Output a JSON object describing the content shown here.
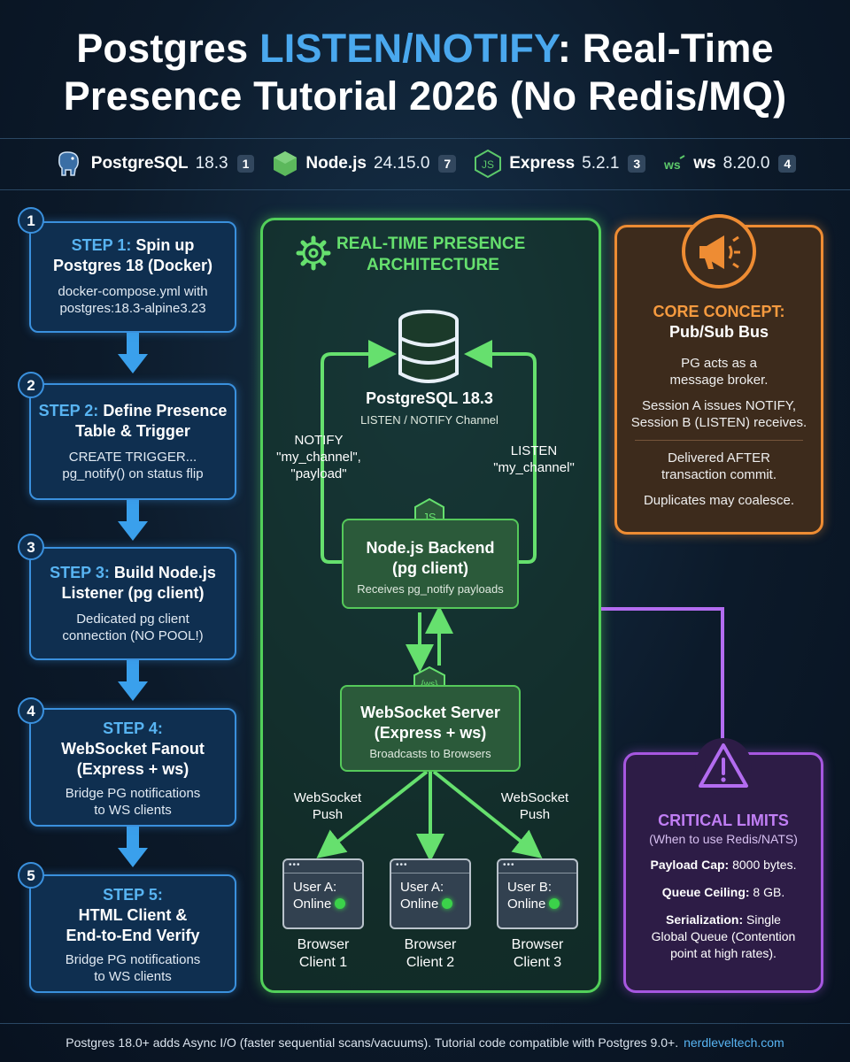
{
  "title": {
    "prefix": "Postgres ",
    "highlight": "LISTEN/NOTIFY",
    "rest1": ": Real-Time",
    "line2": "Presence Tutorial 2026 (No Redis/MQ)"
  },
  "stack": [
    {
      "name": "PostgreSQL",
      "version": "18.3",
      "ref": "1",
      "icon": "elephant-icon"
    },
    {
      "name": "Node.js",
      "version": "24.15.0",
      "ref": "7",
      "icon": "nodejs-hexagon-icon"
    },
    {
      "name": "Express",
      "version": "5.2.1",
      "ref": "3",
      "icon": "js-hexagon-icon"
    },
    {
      "name": "ws",
      "version": "8.20.0",
      "ref": "4",
      "icon": "ws-icon"
    }
  ],
  "steps": [
    {
      "num": "1",
      "label": "STEP 1:",
      "title_a": "Spin up",
      "title_b": "Postgres 18 (Docker)",
      "desc_a": "docker-compose.yml with",
      "desc_b": "postgres:18.3-alpine3.23"
    },
    {
      "num": "2",
      "label": "STEP 2:",
      "title_a": "Define Presence",
      "title_b": "Table & Trigger",
      "desc_a": "CREATE TRIGGER...",
      "desc_b": "pg_notify() on status flip"
    },
    {
      "num": "3",
      "label": "STEP 3:",
      "title_a": "Build Node.js",
      "title_b": "Listener (pg client)",
      "desc_a": "Dedicated pg client",
      "desc_b": "connection (NO POOL!)"
    },
    {
      "num": "4",
      "label": "STEP 4:",
      "title_a": "",
      "title_b": "WebSocket Fanout",
      "title_c": "(Express + ws)",
      "desc_a": "Bridge PG notifications",
      "desc_b": "to WS clients"
    },
    {
      "num": "5",
      "label": "STEP 5:",
      "title_a": "",
      "title_b": "HTML Client &",
      "title_c": "End-to-End Verify",
      "desc_a": "Bridge PG notifications",
      "desc_b": "to WS clients"
    }
  ],
  "architecture": {
    "title_a": "REAL-TIME PRESENCE",
    "title_b": "ARCHITECTURE",
    "db": {
      "name": "PostgreSQL 18.3",
      "sub": "LISTEN / NOTIFY Channel"
    },
    "notify_label": [
      "NOTIFY",
      "\"my_channel\",",
      "\"payload\""
    ],
    "listen_label": [
      "LISTEN",
      "\"my_channel\""
    ],
    "backend": {
      "icon_text": "JS",
      "name_a": "Node.js Backend",
      "name_b": "(pg client)",
      "sub": "Receives pg_notify payloads"
    },
    "ws_server": {
      "icon_text": "{ws}",
      "name_a": "WebSocket Server",
      "name_b": "(Express + ws)",
      "sub": "Broadcasts to Browsers"
    },
    "push_left": [
      "WebSocket",
      "Push"
    ],
    "push_right": [
      "WebSocket",
      "Push"
    ],
    "browsers": [
      {
        "user": "User A:",
        "status": "Online",
        "cap_a": "Browser",
        "cap_b": "Client 1"
      },
      {
        "user": "User A:",
        "status": "Online",
        "cap_a": "Browser",
        "cap_b": "Client 2"
      },
      {
        "user": "User B:",
        "status": "Online",
        "cap_a": "Browser",
        "cap_b": "Client 3"
      }
    ],
    "browser_dots": "•••"
  },
  "core": {
    "h1": "CORE CONCEPT:",
    "h2": "Pub/Sub Bus",
    "p1a": "PG acts as a",
    "p1b": "message broker.",
    "p2a": "Session A issues NOTIFY,",
    "p2b": "Session B (LISTEN) receives.",
    "p3a": "Delivered AFTER",
    "p3b": "transaction commit.",
    "p4": "Duplicates may coalesce."
  },
  "limits": {
    "h": "CRITICAL LIMITS",
    "sub": "(When to use Redis/NATS)",
    "l1k": "Payload Cap:",
    "l1v": " 8000 bytes.",
    "l2k": "Queue Ceiling:",
    "l2v": " 8 GB.",
    "l3k": "Serialization:",
    "l3v": " Single",
    "l3b": "Global Queue (Contention",
    "l3c": "point at high rates)."
  },
  "footer": {
    "text": "Postgres 18.0+ adds Async I/O (faster sequential scans/vacuums). Tutorial code compatible with Postgres 9.0+.",
    "link": "nerdleveltech.com"
  },
  "colors": {
    "blue": "#3a90dd",
    "green": "#52d05a",
    "orange": "#ee8c33",
    "purple": "#a657e0"
  }
}
